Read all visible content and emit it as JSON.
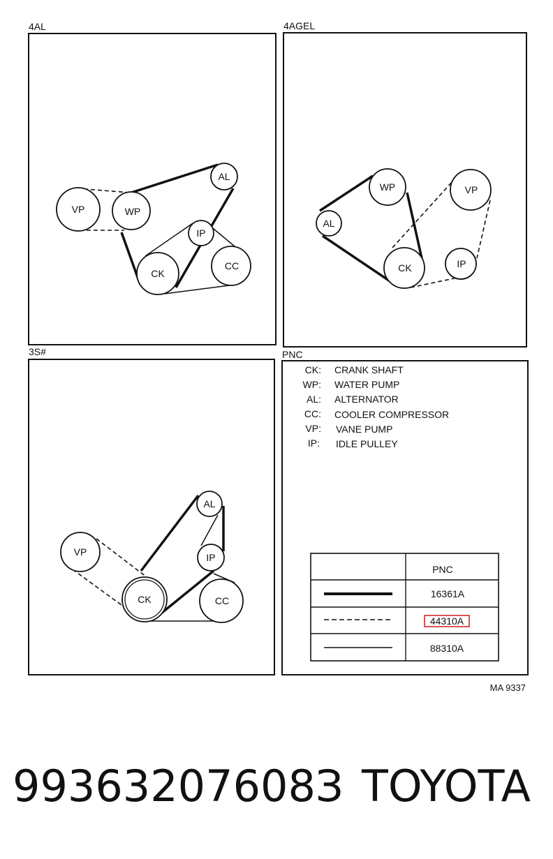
{
  "panels": [
    {
      "id": "4al",
      "label": "4AL"
    },
    {
      "id": "4agel",
      "label": "4AGEL"
    },
    {
      "id": "3s",
      "label": "3S#"
    },
    {
      "id": "pnc",
      "label": "PNC"
    }
  ],
  "pulleys": {
    "p4al": [
      "VP",
      "WP",
      "AL",
      "IP",
      "CK",
      "CC"
    ],
    "p4agel": [
      "WP",
      "VP",
      "AL",
      "CK",
      "IP"
    ],
    "p3s": [
      "AL",
      "VP",
      "IP",
      "CK",
      "CC"
    ]
  },
  "legend": [
    {
      "code": "CK:",
      "name": "CRANK SHAFT"
    },
    {
      "code": "WP:",
      "name": "WATER PUMP"
    },
    {
      "code": "AL:",
      "name": "ALTERNATOR"
    },
    {
      "code": "CC:",
      "name": "COOLER COMPRESSOR"
    },
    {
      "code": "VP:",
      "name": "VANE PUMP"
    },
    {
      "code": "IP:",
      "name": "IDLE PULLEY"
    }
  ],
  "pnc_table": {
    "header": "PNC",
    "rows": [
      {
        "line_style": "thick-solid",
        "pnc": "16361A"
      },
      {
        "line_style": "dashed",
        "pnc": "44310A",
        "highlighted": true
      },
      {
        "line_style": "thin-solid",
        "pnc": "88310A"
      }
    ]
  },
  "reference": "MA 9337",
  "footer": {
    "part_number": "99363207608З",
    "brand": "TOYOTA"
  },
  "colors": {
    "ink": "#111111",
    "highlight": "#d42a2a"
  }
}
